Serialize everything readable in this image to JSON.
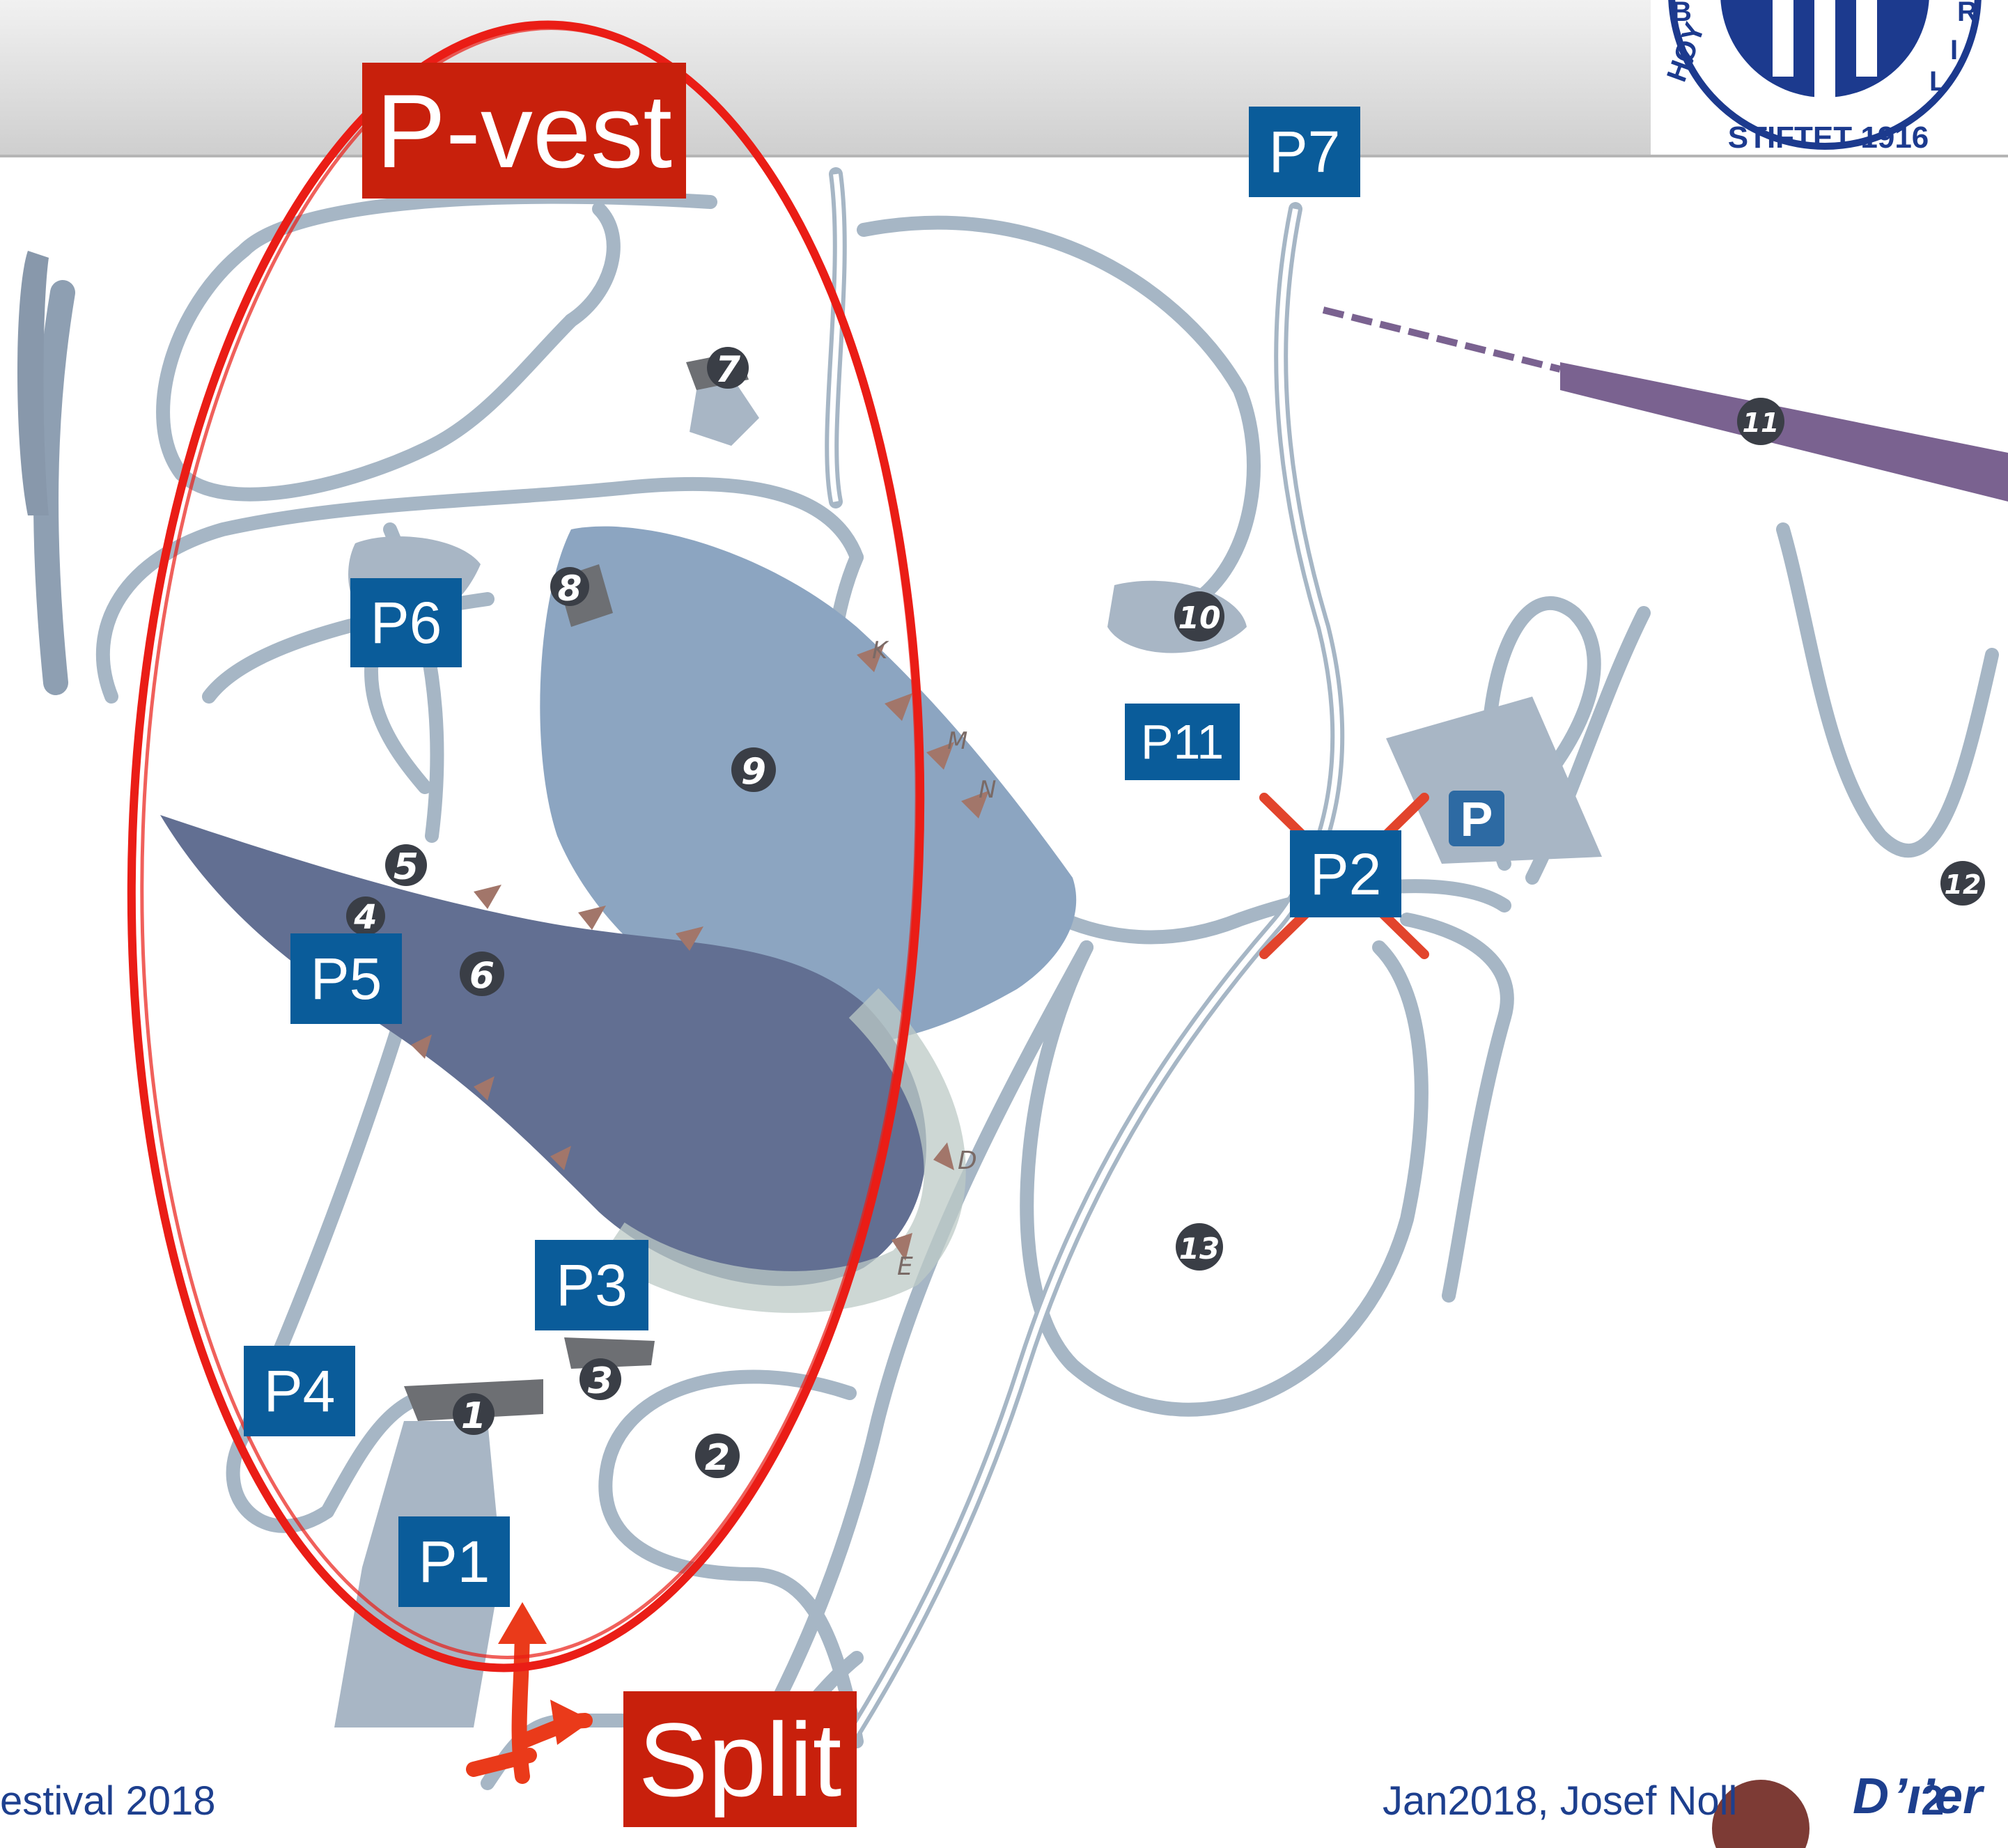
{
  "colors": {
    "road": "#a6b6c5",
    "lake_light": "#8ca5c1",
    "lake_dark": "#626f92",
    "tramline": "#7a6290",
    "parking_label": "#0a5c9a",
    "callout_red": "#c8200c",
    "outline_red": "#ea1d16",
    "footer_text": "#1d3f8e"
  },
  "header": {
    "logo": {
      "name": "university-seal",
      "text": "STIFTET 1916",
      "fragments": [
        "HØY",
        "B",
        "R",
        "I",
        "L"
      ]
    }
  },
  "callouts": {
    "p_vest": "P-vest",
    "split": "Split"
  },
  "parking_labels": {
    "p1": "P1",
    "p3": "P3",
    "p4": "P4",
    "p5": "P5",
    "p6": "P6",
    "p7": "P7",
    "p11": "P11",
    "p2": "P2"
  },
  "map_sign": {
    "parking_symbol": "P"
  },
  "markers": {
    "m1": "1",
    "m2": "2",
    "m3": "3",
    "m4": "4",
    "m5": "5",
    "m6": "6",
    "m7": "7",
    "m8": "8",
    "m9": "9",
    "m10": "10",
    "m11": "11",
    "m12": "12",
    "m13": "13"
  },
  "letters": {
    "k": "K",
    "m": "M",
    "n": "N",
    "d": "D",
    "e": "E"
  },
  "footer": {
    "left": "estival 2018",
    "right": "Jan2018, Josef Noll",
    "page_number": "2",
    "partial_logo": "D ’ı’er"
  }
}
